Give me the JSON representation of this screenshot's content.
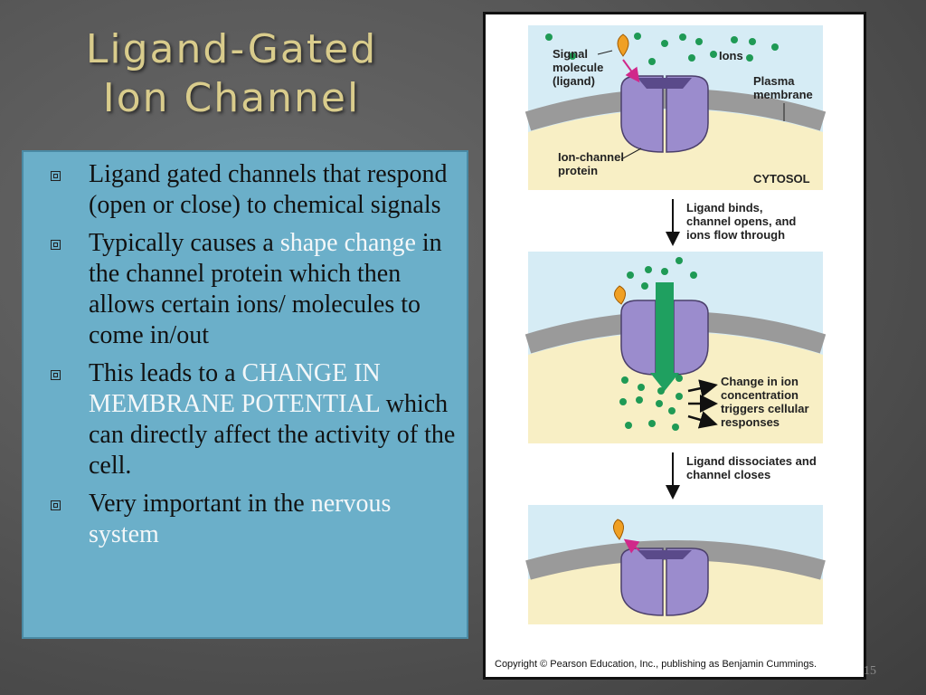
{
  "slide": {
    "title_line1": "Ligand-Gated",
    "title_line2": "Ion Channel",
    "page_number": "15"
  },
  "bullets": [
    {
      "segments": [
        "Ligand gated channels that respond (open or close) to chemical signals"
      ]
    },
    {
      "pre": "Typically causes a ",
      "highlight": "shape change",
      "post": " in the channel protein which then allows certain ions/ molecules to come in/out"
    },
    {
      "pre": "This leads to a ",
      "highlight": "CHANGE IN MEMBRANE POTENTIAL",
      "post": " which can directly affect the activity of the cell."
    },
    {
      "pre": "Very important in the ",
      "highlight": "nervous system",
      "post": ""
    }
  ],
  "figure": {
    "panel1": {
      "signal_label_1": "Signal",
      "signal_label_2": "molecule",
      "signal_label_3": "(ligand)",
      "ions_label": "Ions",
      "plasma_label_1": "Plasma",
      "plasma_label_2": "membrane",
      "channel_label_1": "Ion-channel",
      "channel_label_2": "protein",
      "cytosol_label": "CYTOSOL"
    },
    "step1_1": "Ligand binds,",
    "step1_2": "channel opens, and",
    "step1_3": "ions flow through",
    "panel2": {
      "change_1": "Change in ion",
      "change_2": "concentration",
      "change_3": "triggers cellular",
      "change_4": "responses"
    },
    "step2_1": "Ligand dissociates and",
    "step2_2": "channel closes",
    "copyright": "Copyright © Pearson Education, Inc., publishing as Benjamin Cummings."
  },
  "colors": {
    "title": "#d9cc8c",
    "textbox": "#6bafc9",
    "highlight": "#f3f7f9",
    "ion": "#1f9a55",
    "protein": "#9b8ccd",
    "ligand": "#f0a024"
  }
}
